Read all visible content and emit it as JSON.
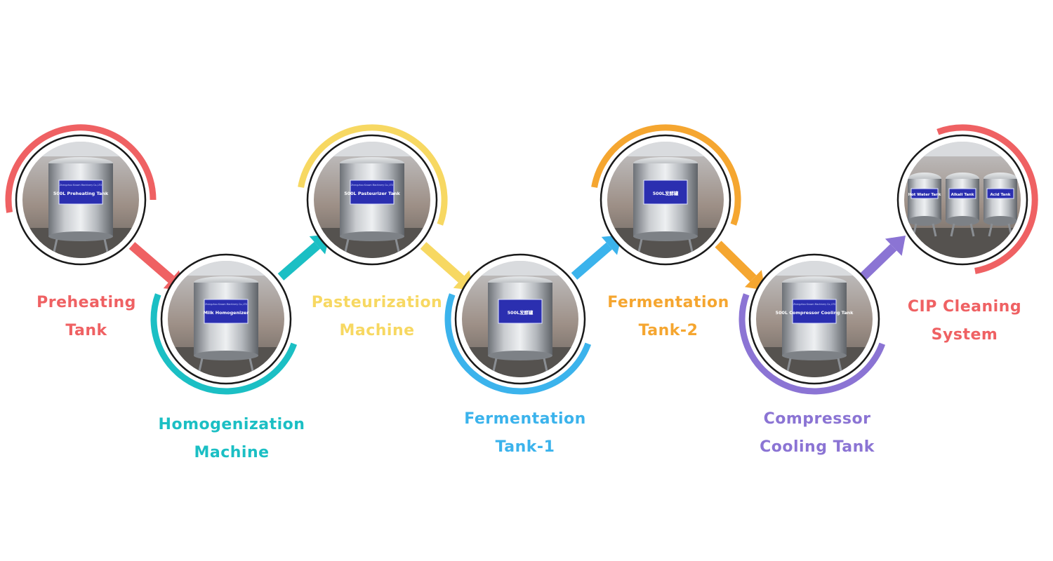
{
  "steps": [
    {
      "line1": "Preheating",
      "line2": "Tank",
      "color": "#ef6163",
      "plate": "500L Preheating Tank",
      "maker": "Zhengzhou Known Machinery Co.,LTD"
    },
    {
      "line1": "Homogenization",
      "line2": "Machine",
      "color": "#1bbfc4",
      "plate": "Milk Homogenizer",
      "maker": "Zhengzhou Known Machinery Co.,LTD"
    },
    {
      "line1": "Pasteurization",
      "line2": "Machine",
      "color": "#f7d862",
      "plate": "500L Pasteurizer Tank",
      "maker": "Zhengzhou Known Machinery Co.,LTD"
    },
    {
      "line1": "Fermentation",
      "line2": "Tank-1",
      "color": "#3bb3ec",
      "plate": "500L发酵罐",
      "maker": ""
    },
    {
      "line1": "Fermentation",
      "line2": "Tank-2",
      "color": "#f5a630",
      "plate": "500L发酵罐",
      "maker": ""
    },
    {
      "line1": "Compressor",
      "line2": "Cooling Tank",
      "color": "#8b74d4",
      "plate": "500L Compressor Cooling Tank",
      "maker": "Zhengzhou Known Machinery Co.,LTD"
    },
    {
      "line1": "CIP Cleaning",
      "line2": "System",
      "color": "#ef6163",
      "plate": "",
      "tank_plates": [
        "Hot Water Tank",
        "Alkali Tank",
        "Acid Tank"
      ],
      "maker": ""
    }
  ]
}
